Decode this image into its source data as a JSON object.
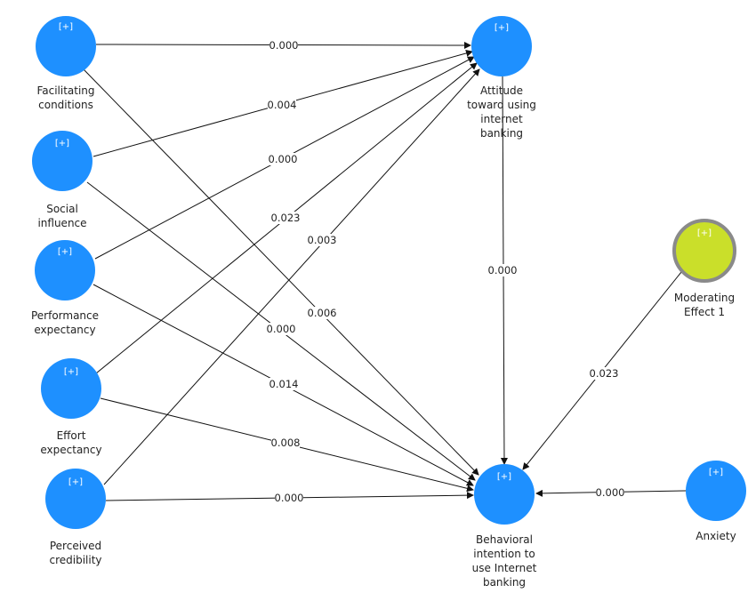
{
  "colors": {
    "construct": "#1E90FF",
    "moderator_fill": "#CADF2A",
    "moderator_stroke": "#8A8A8A",
    "edge": "#111111"
  },
  "nodes": {
    "facilitating": {
      "plus": "[+]",
      "line1": "Facilitating",
      "line2": "conditions"
    },
    "social": {
      "plus": "[+]",
      "line1": "Social",
      "line2": "influence"
    },
    "performance": {
      "plus": "[+]",
      "line1": "Performance",
      "line2": "expectancy"
    },
    "effort": {
      "plus": "[+]",
      "line1": "Effort",
      "line2": "expectancy"
    },
    "credibility": {
      "plus": "[+]",
      "line1": "Perceived",
      "line2": "credibility"
    },
    "attitude": {
      "plus": "[+]",
      "line1": "Attitude",
      "line2": "toward using",
      "line3": "internet",
      "line4": "banking"
    },
    "behavioral": {
      "plus": "[+]",
      "line1": "Behavioral",
      "line2": "intention to",
      "line3": "use Internet",
      "line4": "banking"
    },
    "moderating": {
      "plus": "[+]",
      "line1": "Moderating",
      "line2": "Effect 1"
    },
    "anxiety": {
      "plus": "[+]",
      "line1": "Anxiety"
    }
  },
  "edges": {
    "fc_att": "0.000",
    "si_att": "0.004",
    "pe_att": "0.000",
    "ee_att": "0.023",
    "pc_att": "0.003",
    "fc_bi": "0.006",
    "si_bi": "0.000",
    "pe_bi": "0.014",
    "ee_bi": "0.008",
    "pc_bi": "0.000",
    "att_bi": "0.000",
    "mod_bi": "0.023",
    "anx_bi": "0.000"
  }
}
